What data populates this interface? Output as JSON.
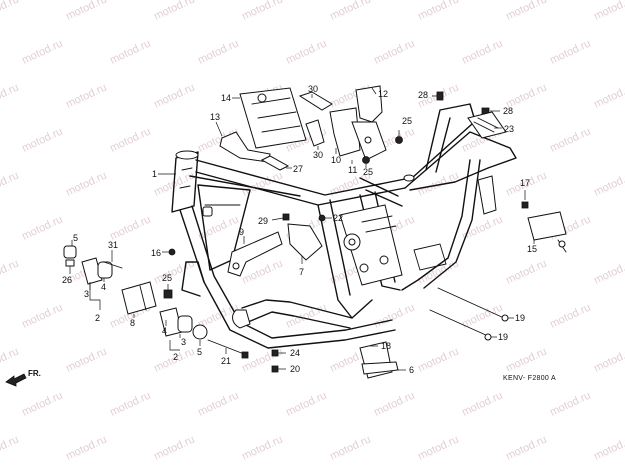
{
  "diagram": {
    "watermark": "motod.ru",
    "ref_code": "KENV- F2800 A",
    "direction_label": "FR.",
    "callouts": [
      "1",
      "2",
      "2",
      "3",
      "3",
      "4",
      "4",
      "5",
      "5",
      "6",
      "7",
      "8",
      "9",
      "10",
      "11",
      "12",
      "13",
      "14",
      "15",
      "16",
      "17",
      "18",
      "19",
      "19",
      "20",
      "21",
      "22",
      "23",
      "24",
      "25",
      "25",
      "25",
      "26",
      "27",
      "28",
      "28",
      "29",
      "30",
      "30",
      "31"
    ]
  }
}
